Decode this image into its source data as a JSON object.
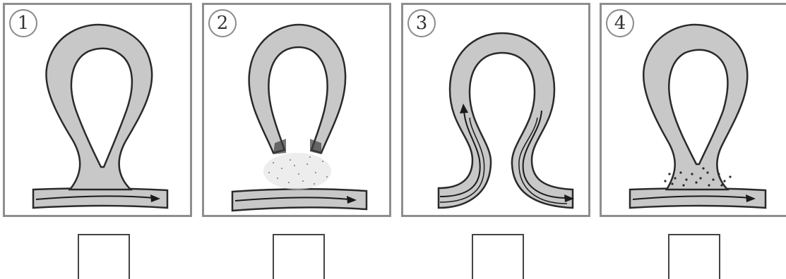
{
  "panels": [
    {
      "number": "1"
    },
    {
      "number": "2"
    },
    {
      "number": "3"
    },
    {
      "number": "4"
    }
  ],
  "colors": {
    "tube_fill": "#c8c8c8",
    "tube_outline": "#2a2a2a",
    "frame": "#8e8e8e",
    "arrow": "#1a1a1a"
  }
}
